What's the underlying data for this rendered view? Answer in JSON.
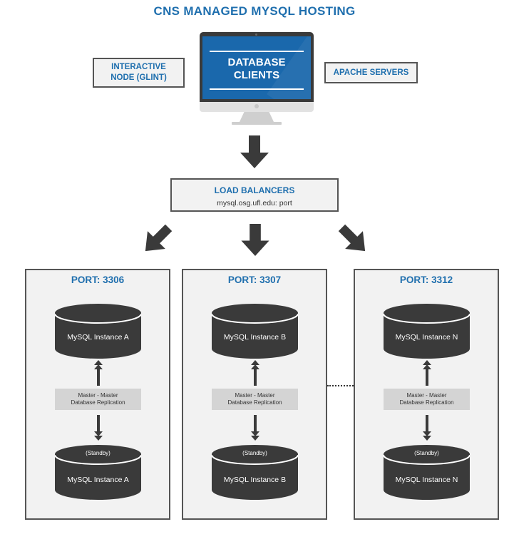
{
  "title": "CNS MANAGED MYSQL HOSTING",
  "clients": {
    "left_box": [
      "INTERACTIVE",
      "NODE (GLINT)"
    ],
    "monitor_lines": [
      "DATABASE",
      "CLIENTS"
    ],
    "right_box": "APACHE SERVERS"
  },
  "load_balancer": {
    "title": "LOAD BALANCERS",
    "address": "mysql.osg.ufl.edu: port"
  },
  "columns": [
    {
      "port": "PORT: 3306",
      "primary": "MySQL Instance A",
      "replication": [
        "Master - Master",
        "Database Replication"
      ],
      "standby_tag": "(Standby)",
      "standby": "MySQL Instance A"
    },
    {
      "port": "PORT: 3307",
      "primary": "MySQL Instance B",
      "replication": [
        "Master - Master",
        "Database Replication"
      ],
      "standby_tag": "(Standby)",
      "standby": "MySQL Instance B"
    },
    {
      "port": "PORT: 3312",
      "primary": "MySQL Instance N",
      "replication": [
        "Master - Master",
        "Database Replication"
      ],
      "standby_tag": "(Standby)",
      "standby": "MySQL Instance N"
    }
  ],
  "colors": {
    "accent_blue": "#1f6fae",
    "dark": "#3a3a3a",
    "panel": "#f2f2f2"
  }
}
